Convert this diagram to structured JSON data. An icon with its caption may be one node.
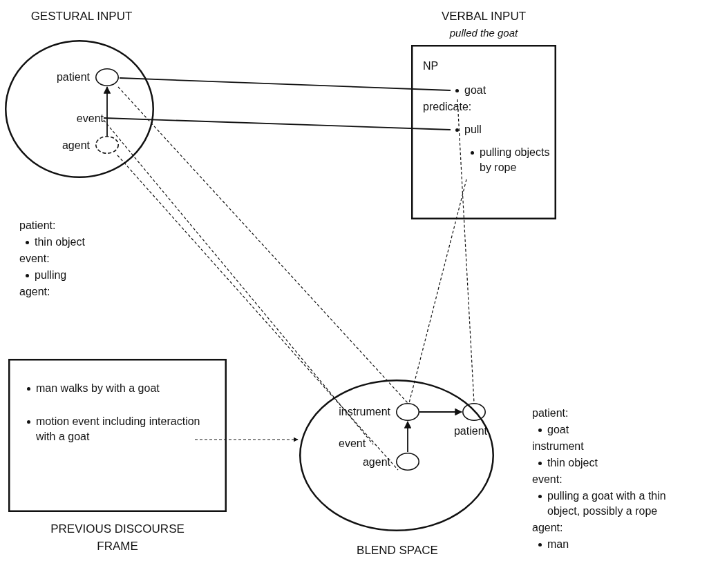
{
  "diagram": {
    "nodes": [
      {
        "text": [
          "GESTURAL INPUT"
        ],
        "beside": [
          "patient:",
          "thin object",
          "event:",
          "pulling",
          "agent:"
        ]
      },
      {
        "text": [
          "patient"
        ],
        "in": 0
      },
      {
        "text": [
          "event"
        ],
        "in": 0
      },
      {
        "text": [
          "agent"
        ],
        "in": 0
      },
      {
        "text": [
          "VERBAL INPUT",
          "pulled the goat"
        ]
      },
      {
        "text": [
          "goat"
        ],
        "in": 4
      },
      {
        "text": [
          "pull"
        ],
        "in": 4
      },
      {
        "text": [
          "pulling objects by rope"
        ],
        "in": 4
      },
      {
        "text": [
          "man walks by with a goat",
          "motion event including interaction with a goat",
          "PREVIOUS DISCOURSE FRAME"
        ]
      },
      {
        "text": [
          "BLEND SPACE"
        ],
        "beside": [
          "patient:",
          "goat",
          "instrument",
          "thin object",
          "event:",
          "pulling a goat with a thin object, possibly a rope",
          "agent:",
          "man"
        ]
      },
      {
        "text": [
          "instrument"
        ],
        "in": 9
      },
      {
        "text": [
          "patient"
        ],
        "in": 9
      },
      {
        "text": [
          "event"
        ],
        "in": 9
      },
      {
        "text": [
          "agent"
        ],
        "in": 9
      }
    ],
    "edges": [
      {
        "from": 3,
        "to": 1,
        "arrow": "to"
      },
      {
        "from": 1,
        "to": 5,
        "arrow": "none"
      },
      {
        "from": 2,
        "to": 6,
        "arrow": "none"
      },
      {
        "from": 1,
        "to": 10,
        "arrow": "none",
        "style": "dashed"
      },
      {
        "from": 2,
        "to": 12,
        "arrow": "none",
        "style": "dashed"
      },
      {
        "from": 3,
        "to": 13,
        "arrow": "none",
        "style": "dashed"
      },
      {
        "from": 5,
        "to": 11,
        "arrow": "none",
        "style": "dashed"
      },
      {
        "from": 7,
        "to": 10,
        "arrow": "none",
        "style": "dashed"
      },
      {
        "from": 13,
        "to": 10,
        "arrow": "to"
      },
      {
        "from": 10,
        "to": 11,
        "arrow": "to"
      },
      {
        "from": 8,
        "to": 9,
        "arrow": "to",
        "style": "dashed"
      }
    ],
    "labels": [
      "NP",
      "predicate:"
    ]
  }
}
